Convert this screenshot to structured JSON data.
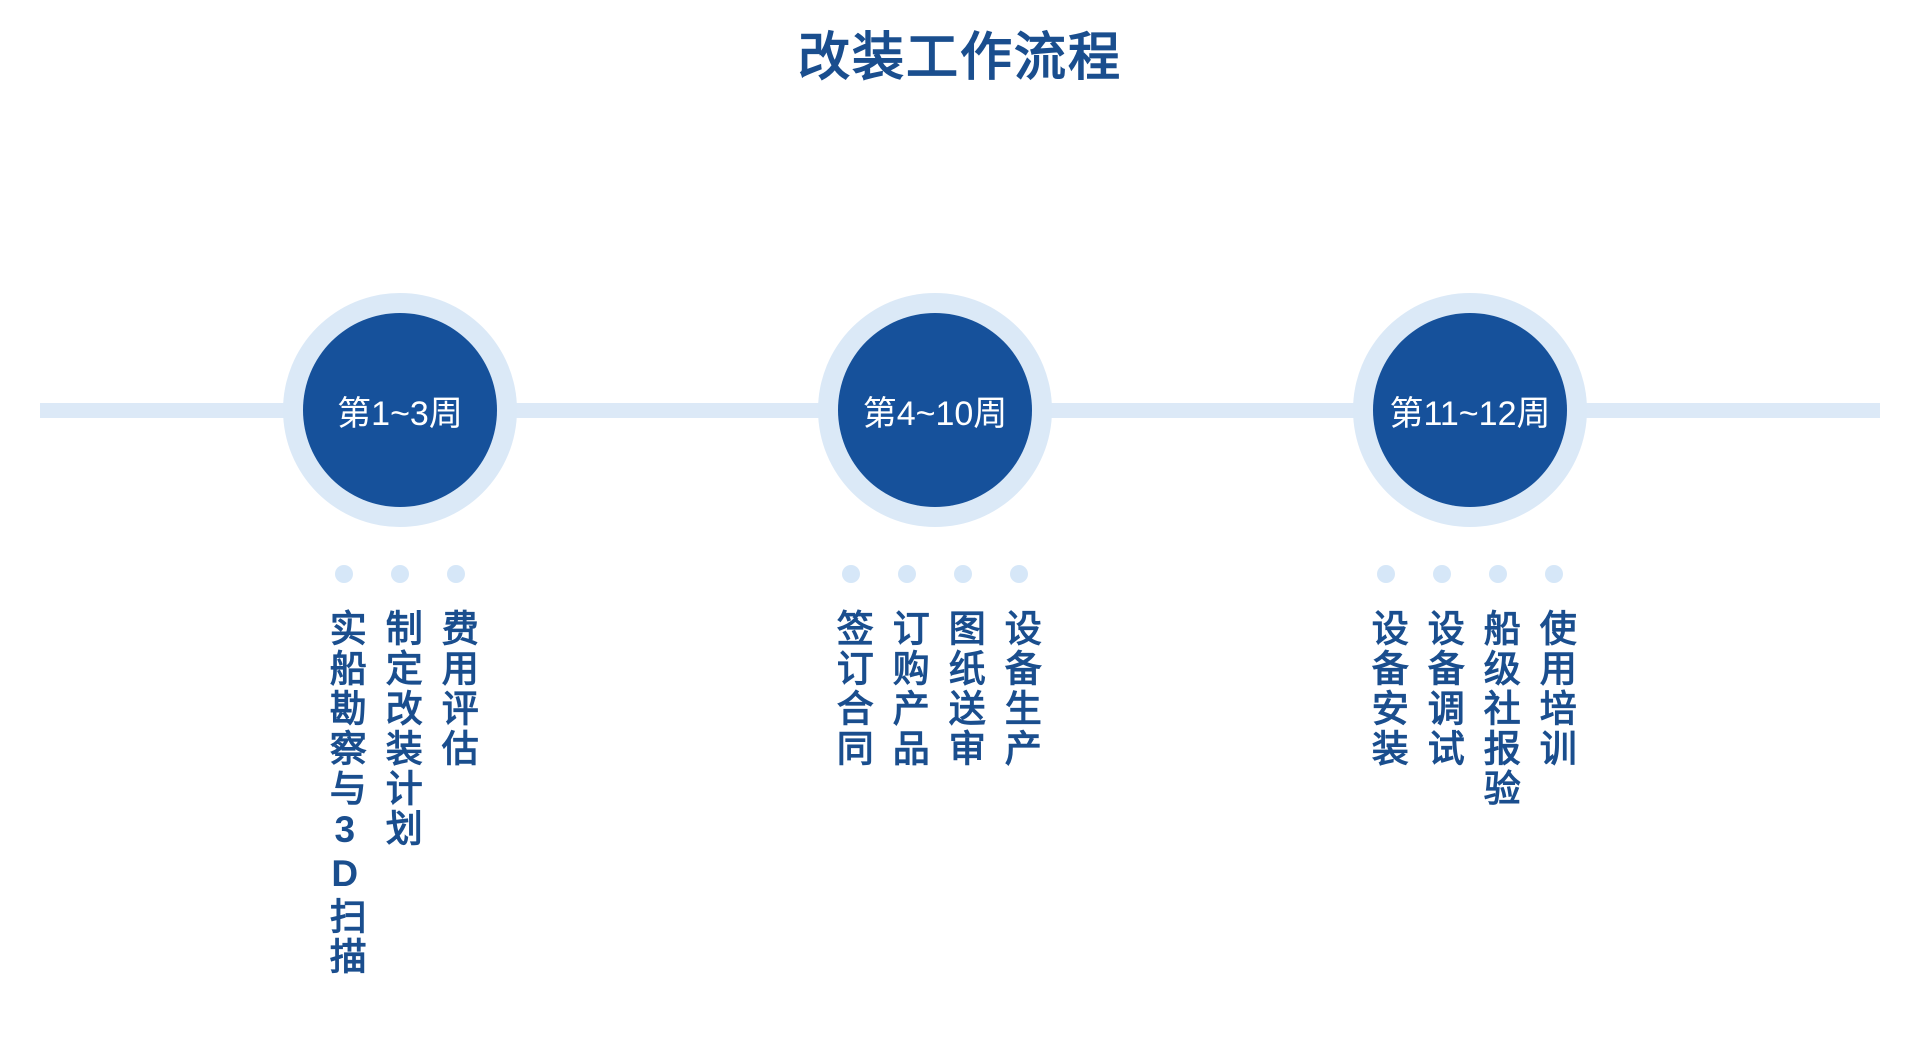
{
  "title": "改装工作流程",
  "colors": {
    "brand_dark_blue": "#16519b",
    "title_blue": "#1a4e8e",
    "ring_light_blue": "#dbe9f7",
    "line_light_blue": "#dce9f7",
    "dot_light_blue": "#d6e7f8",
    "background": "#ffffff"
  },
  "timeline": {
    "stages": [
      {
        "period_label": "第1~3周",
        "items": [
          {
            "label": "费用评估"
          },
          {
            "label": "制定改装计划"
          },
          {
            "label": "实船勘察与3D扫描"
          }
        ]
      },
      {
        "period_label": "第4~10周",
        "items": [
          {
            "label": "设备生产"
          },
          {
            "label": "图纸送审"
          },
          {
            "label": "订购产品"
          },
          {
            "label": "签订合同"
          }
        ]
      },
      {
        "period_label": "第11~12周",
        "items": [
          {
            "label": "使用培训"
          },
          {
            "label": "船级社报验"
          },
          {
            "label": "设备调试"
          },
          {
            "label": "设备安装"
          }
        ]
      }
    ]
  }
}
